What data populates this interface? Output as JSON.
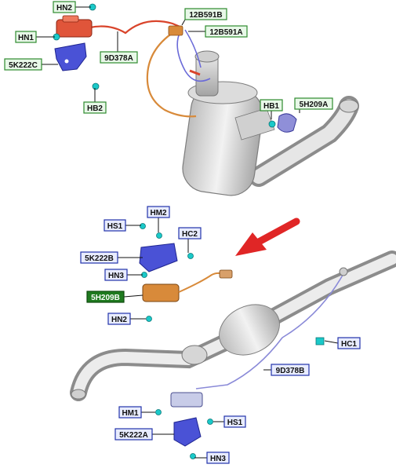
{
  "colors": {
    "green_label_border": "#2e8b2e",
    "green_label_fill": "#e8f8e8",
    "blue_label_border": "#2233aa",
    "blue_label_fill": "#e8ecff",
    "dark_green_fill": "#1f7a1f",
    "leader": "#111111",
    "red_harness": "#d9442b",
    "orange_harness": "#d88a3a",
    "blue_bracket": "#4a52d6",
    "cyan_fastener": "#1ac9c9",
    "gray_metal": "#c8c8c8",
    "arrow_red": "#e02626"
  },
  "labels": {
    "top_hn2": "HN2",
    "top_12b591b": "12B591B",
    "top_hn1": "HN1",
    "top_12b591a": "12B591A",
    "top_5k222c": "5K222C",
    "top_9d378a": "9D378A",
    "top_hb2": "HB2",
    "top_hb1": "HB1",
    "top_5h209a": "5H209A",
    "mid_hm2": "HM2",
    "mid_hs1": "HS1",
    "mid_hc2": "HC2",
    "mid_5k222b": "5K222B",
    "mid_hn3": "HN3",
    "mid_5h209b": "5H209B",
    "mid_hn2": "HN2",
    "right_hc1": "HC1",
    "right_9d378b": "9D378B",
    "bot_hm1": "HM1",
    "bot_hs1": "HS1",
    "bot_5k222a": "5K222A",
    "bot_hn3": "HN3"
  }
}
